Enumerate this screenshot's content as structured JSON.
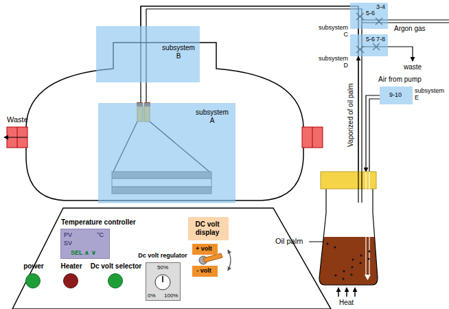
{
  "diagram": {
    "nodes": [
      {
        "text": [
          "subsystem B"
        ]
      },
      {
        "text": [
          "subsystem A"
        ]
      },
      {
        "text": [
          "Temperature controller",
          "PV",
          "SV",
          "°C",
          "SEL ∧ ∨"
        ]
      },
      {
        "text": [
          "DC volt display"
        ]
      },
      {
        "text": [
          "power"
        ]
      },
      {
        "text": [
          "Heater"
        ]
      },
      {
        "text": [
          "Dc volt selector"
        ]
      },
      {
        "text": [
          "Dc volt regulator",
          "50%",
          "0%",
          "100%"
        ]
      },
      {
        "text": [
          "+ volt"
        ]
      },
      {
        "text": [
          "- volt"
        ]
      },
      {
        "text": [
          "subsystem C",
          "3-4",
          "5-6"
        ]
      },
      {
        "text": [
          "subsystem D",
          "5-6",
          "7-8"
        ]
      },
      {
        "text": [
          "subsystem E",
          "9-10"
        ]
      },
      {
        "text": [
          "Oil palm"
        ]
      }
    ],
    "edges": [
      {
        "from": 10,
        "to": 0,
        "arrow": "none"
      },
      {
        "from": 12,
        "to": 13,
        "arrow": "to"
      },
      {
        "from": 13,
        "to": 11,
        "arrow": "to"
      },
      {
        "from": 11,
        "to": 10,
        "arrow": "none"
      }
    ],
    "labels": [
      "Waste",
      "Argon gas",
      "waste",
      "Vaporized of oil palm",
      "Air from pump",
      "Heat"
    ]
  }
}
